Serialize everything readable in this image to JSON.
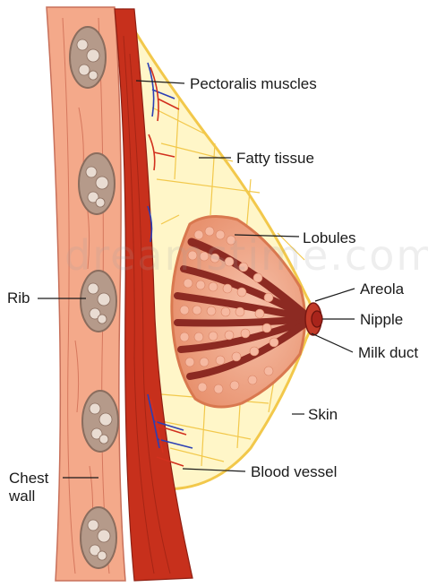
{
  "labels": {
    "pectoralis": "Pectoralis muscles",
    "fatty": "Fatty tissue",
    "lobules": "Lobules",
    "areola": "Areola",
    "nipple": "Nipple",
    "milk_duct": "Milk duct",
    "skin": "Skin",
    "blood_vessel": "Blood vessel",
    "rib": "Rib",
    "chest_wall": "Chest\nwall"
  },
  "watermark": "dreamstime.com",
  "colors": {
    "chest_wall": "#f4a98a",
    "muscle": "#c7301c",
    "fat": "#fff6c8",
    "fat_lines": "#f2c84b",
    "lobule_light": "#f6b9a1",
    "lobule_dark": "#8c2a22",
    "nipple": "#a8241b",
    "rib": "#b59a8a",
    "vein": "#2b3fb5",
    "artery": "#d2301e"
  }
}
